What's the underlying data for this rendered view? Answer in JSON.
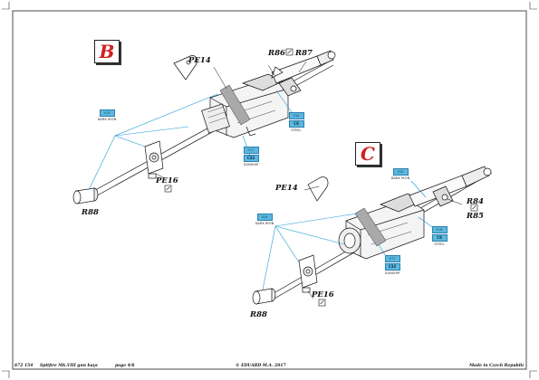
{
  "steps": {
    "b": "B",
    "c": "C"
  },
  "parts": {
    "pe14_b": "PE14",
    "pe14_c": "PE14",
    "pe16_b": "PE16",
    "pe16_c": "PE16",
    "r86": "R86",
    "r87": "R87",
    "r84": "R84",
    "r85": "R85",
    "r88_b": "R88",
    "r88_c": "R88"
  },
  "paint": {
    "b_dark_iron": {
      "code": "H28",
      "name": "DARK IRON"
    },
    "b_steel": {
      "code": "H18",
      "ref": "C8",
      "name": "STEEL"
    },
    "b_gunship": {
      "code": "H77",
      "ref": "C32",
      "name": "GUNSHIP"
    },
    "c_dark_iron_1": {
      "code": "H28",
      "name": "DARK IRON"
    },
    "c_dark_iron_2": {
      "code": "H28",
      "name": "DARK IRON"
    },
    "c_steel": {
      "code": "H18",
      "ref": "C8",
      "name": "STEEL"
    },
    "c_gunship": {
      "code": "H77",
      "ref": "C32",
      "name": "GUNSHIP"
    }
  },
  "footer": {
    "kit": "672 154",
    "title": "Spitfire Mk.VIII gun bays",
    "page": "page 4/6",
    "copyright": "© EDUARD M.A. 2017",
    "origin": "Made in Czech Republic"
  },
  "colors": {
    "frame": "#222222",
    "leader": "#1e9bd7",
    "step_letter": "#d21e1e",
    "paint_chip": "#5cb8df"
  }
}
